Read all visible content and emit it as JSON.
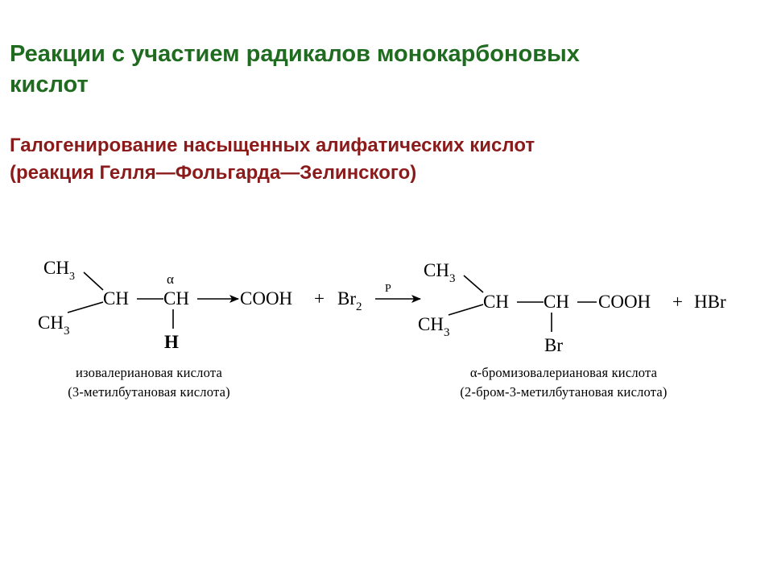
{
  "slide": {
    "title_line1": "Реакции с участием радикалов монокарбоновых",
    "title_line2": "кислот",
    "subtitle_line1": "Галогенирование насыщенных алифатических кислот",
    "subtitle_line2": "(реакция Гелля—Фольгарда—Зелинского)",
    "title_color": "#1f6b1f",
    "subtitle_color": "#8b1a1a"
  },
  "reaction": {
    "reactant": {
      "ch3_top": "CH",
      "ch3_top_sub": "3",
      "ch3_bottom": "CH",
      "ch3_bottom_sub": "3",
      "ch_left": "CH",
      "ch_alpha": "CH",
      "alpha_label": "α",
      "h_label": "H",
      "cooh": "COOH",
      "name": "изовалериановая кислота",
      "systematic_name": "(3-метилбутановая кислота)"
    },
    "plus_1": "+",
    "reagent": "Br",
    "reagent_sub": "2",
    "catalyst": "P",
    "product": {
      "ch3_top": "CH",
      "ch3_top_sub": "3",
      "ch3_bottom": "CH",
      "ch3_bottom_sub": "3",
      "ch_left": "CH",
      "ch_alpha": "CH",
      "br_label": "Br",
      "cooh": "COOH",
      "name": "α-бромизовалериановая кислота",
      "systematic_name": "(2-бром-3-метилбутановая кислота)"
    },
    "plus_2": "+",
    "byproduct": "HBr"
  }
}
